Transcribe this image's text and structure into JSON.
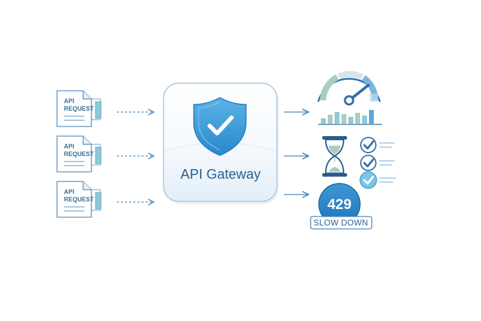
{
  "requests": [
    {
      "line1": "API",
      "line2": "REQUEST"
    },
    {
      "line1": "API",
      "line2": "REQUEST"
    },
    {
      "line1": "API",
      "line2": "REQUEST"
    }
  ],
  "gateway": {
    "label": "API Gateway",
    "icon": "shield-check-icon"
  },
  "outcomes": {
    "speedometer": {
      "icon": "speedometer-icon"
    },
    "hourglass": {
      "icon": "hourglass-icon"
    },
    "checklist": {
      "icon": "checklist-icon",
      "items": 3
    },
    "status_code": "429",
    "status_label": "SLOW DOWN"
  },
  "colors": {
    "primary": "#2f86c8",
    "light_blue": "#bcd8ee",
    "green": "#a9cdbf",
    "dark": "#2c5f8e"
  }
}
